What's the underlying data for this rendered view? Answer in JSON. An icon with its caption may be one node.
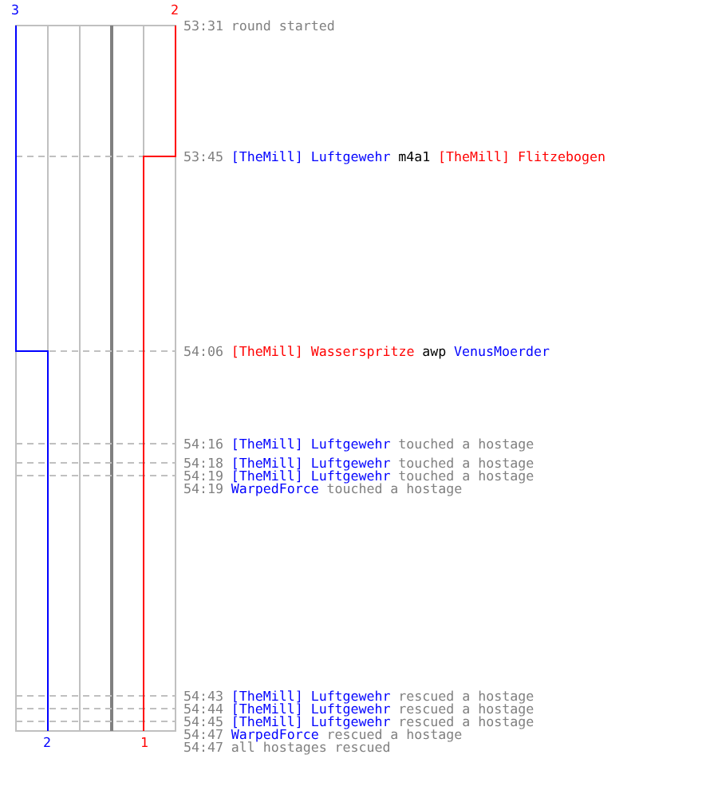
{
  "diagram": {
    "labels": [
      "3",
      "2",
      "53:31",
      "round started",
      "53:45",
      "[TheMill] Luftgewehr",
      "m4a1",
      "[TheMill] Flitzebogen",
      "54:06",
      "[TheMill] Wasserspritze",
      "awp",
      "VenusMoerder",
      "54:16",
      "[TheMill] Luftgewehr",
      "touched a hostage",
      "54:18",
      "[TheMill] Luftgewehr",
      "touched a hostage",
      "54:19",
      "[TheMill] Luftgewehr",
      "touched a hostage",
      "54:19",
      "WarpedForce",
      "touched a hostage",
      "54:43",
      "[TheMill] Luftgewehr",
      "rescued a hostage",
      "54:44",
      "[TheMill] Luftgewehr",
      "rescued a hostage",
      "54:45",
      "[TheMill] Luftgewehr",
      "rescued a hostage",
      "54:47",
      "WarpedForce",
      "rescued a hostage",
      "54:47",
      "all hostages rescued",
      "2",
      "1"
    ]
  }
}
